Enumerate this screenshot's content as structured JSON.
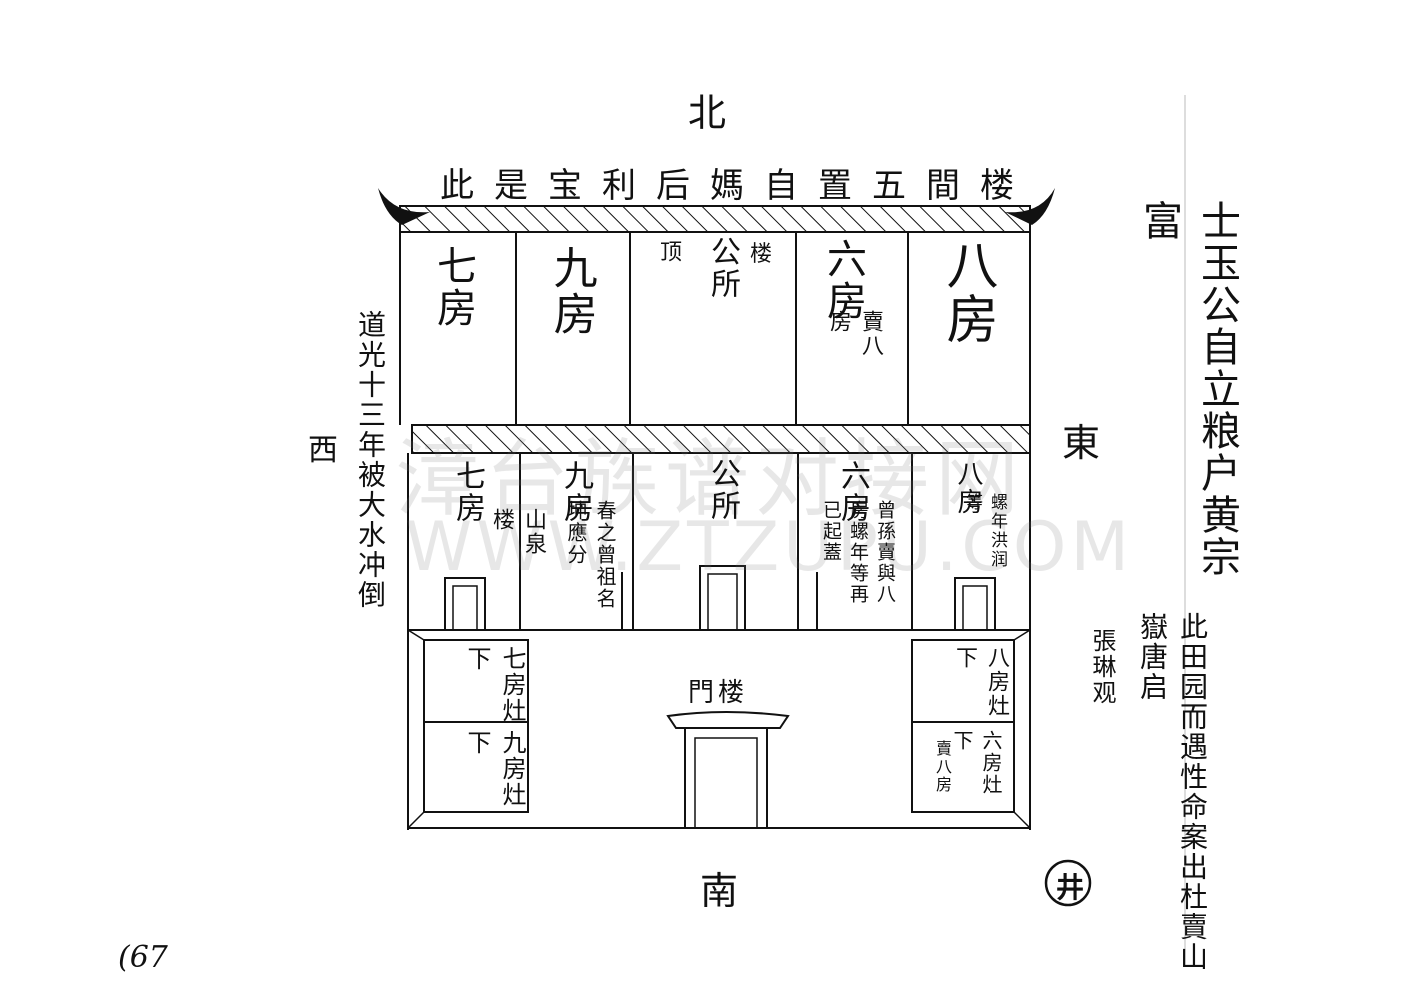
{
  "directions": {
    "north": "北",
    "south": "南",
    "west": "西",
    "east": "東"
  },
  "roof_title": "此是宝利后媽自置五間楼",
  "right_note": "士玉公自立粮户黄宗富",
  "left_note": "道光十三年被大水冲倒",
  "right_bottom_note": "此田园而遇性命案出杜賣山嶽唐启",
  "right_bottom_small": "張琳观",
  "well": "井",
  "page_number": "(67",
  "upper_floor": [
    {
      "room": "七房",
      "note": ""
    },
    {
      "room": "九房",
      "note": ""
    },
    {
      "room": "公所",
      "note_top": "楼",
      "note_side": "顶"
    },
    {
      "room": "六房",
      "note": "賣八房"
    },
    {
      "room": "八房",
      "note": ""
    }
  ],
  "ground_floor": [
    {
      "room": "七房",
      "note": "山泉楼"
    },
    {
      "room": "九房",
      "note": "春之曾祖名坤應分"
    },
    {
      "room": "公所",
      "note": ""
    },
    {
      "room": "六房",
      "note": "曾孫賣與八房螺年等再已起蓋"
    },
    {
      "room": "八房",
      "note": "螺年洪润等"
    }
  ],
  "courtyard": {
    "gate": "門楼",
    "left_rooms": [
      "七房灶下",
      "九房灶下"
    ],
    "right_rooms": [
      "八房灶下",
      "六房灶下"
    ],
    "right_small": "賣八房"
  },
  "watermark": {
    "line1": "漳台族谱对接网",
    "line2": "WWW.ZTZUPU.COM"
  }
}
